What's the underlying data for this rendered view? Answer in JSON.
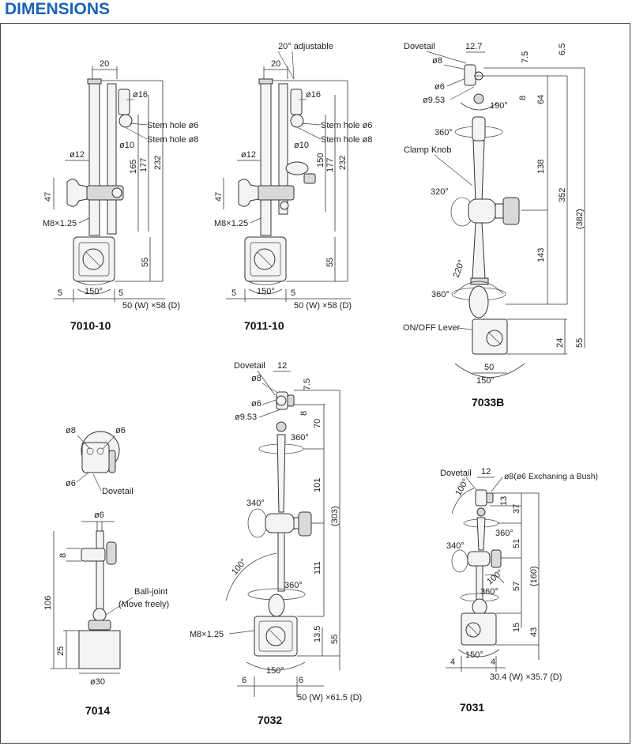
{
  "header": {
    "title": "DIMENSIONS"
  },
  "m7010": {
    "model": "7010-10",
    "d20": "20",
    "d16": "ø16",
    "stem6": "Stem hole ø6",
    "stem8": "Stem hole ø8",
    "d10": "ø10",
    "d12": "ø12",
    "d165": "165",
    "d177": "177",
    "d232": "232",
    "d47": "47",
    "thread": "M8×1.25",
    "d55": "55",
    "d5a": "5",
    "d5b": "5",
    "angle": "150°",
    "base": "50 (W) ×58 (D)"
  },
  "m7011": {
    "model": "7011-10",
    "adj": "20° adjustable",
    "d20": "20",
    "d16": "ø16",
    "stem6": "Stem hole ø6",
    "stem8": "Stem hole ø8",
    "d10": "ø10",
    "d12": "ø12",
    "d150": "150",
    "d177": "177",
    "d232": "232",
    "d47": "47",
    "thread": "M8×1.25",
    "d55": "55",
    "d5a": "5",
    "d5b": "5",
    "angle": "150°",
    "base": "50 (W) ×58 (D)"
  },
  "m7033": {
    "model": "7033B",
    "dovetail": "Dovetail",
    "d127": "12.7",
    "d65": "6.5",
    "d75": "7.5",
    "d8": "ø8",
    "d6": "ø6",
    "d953": "ø9.53",
    "n8": "8",
    "d64": "64",
    "a190": "190°",
    "a360a": "360°",
    "clamp": "Clamp Knob",
    "d138": "138",
    "d352": "352",
    "d382": "(382)",
    "a320": "320°",
    "d143": "143",
    "a220": "220°",
    "a360b": "360°",
    "lever": "ON/OFF Lever",
    "d24": "24",
    "d55": "55",
    "d50": "50",
    "angle": "150°"
  },
  "m7014": {
    "model": "7014",
    "d8": "ø8",
    "d6": "ø6",
    "d6b": "ø6",
    "dovetail": "Dovetail",
    "d6top": "ø6",
    "n8": "8",
    "d106": "106",
    "ball": "Ball-joint",
    "ball2": "(Move freely)",
    "d25": "25",
    "d30": "ø30"
  },
  "m7032": {
    "model": "7032",
    "dovetail": "Dovetail",
    "d12": "12",
    "d8": "ø8",
    "d75": "7.5",
    "d6": "ø6",
    "d953": "ø9.53",
    "n8": "8",
    "d70": "70",
    "a360a": "360°",
    "a340": "340°",
    "d101": "101",
    "d303": "(303)",
    "a100": "100°",
    "d111": "111",
    "a360b": "360°",
    "thread": "M8×1.25",
    "d135": "13.5",
    "d55": "55",
    "angle": "150°",
    "d6a": "6",
    "d6b": "6",
    "base": "50 (W) ×61.5 (D)"
  },
  "m7031": {
    "model": "7031",
    "dovetail": "Dovetail",
    "d12": "12",
    "d8": "ø8(ø6 Exchaning a Bush)",
    "d13": "13",
    "a100a": "100°",
    "d37": "37",
    "a360a": "360°",
    "a340": "340°",
    "d51": "51",
    "d160": "(160)",
    "a100b": "100°",
    "d57": "57",
    "a360b": "360°",
    "d15": "15",
    "d43": "43",
    "d4a": "4",
    "d4b": "4",
    "angle": "150°",
    "base": "30.4 (W) ×35.7 (D)"
  }
}
